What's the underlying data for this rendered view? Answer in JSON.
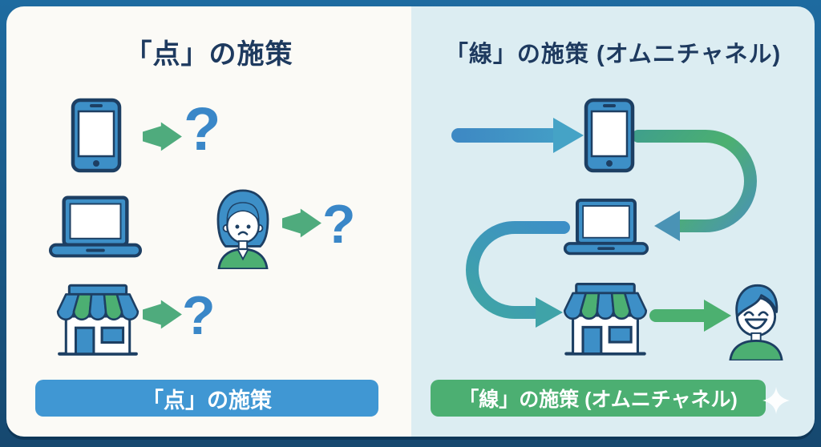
{
  "panels": {
    "left": {
      "title": "「点」の施策",
      "banner_label": "「点」の施策",
      "question_mark": "?",
      "rows": [
        {
          "icon": "smartphone-icon",
          "result": "question-mark"
        },
        {
          "icon": "laptop-icon",
          "secondary_icon": "confused-woman-icon",
          "result": "question-mark"
        },
        {
          "icon": "store-icon",
          "result": "question-mark"
        }
      ]
    },
    "right": {
      "title": "「線」の施策 (オムニチャネル)",
      "banner_label": "「線」の施策 (オムニチャネル)",
      "flow_sequence": [
        "smartphone-icon",
        "laptop-icon",
        "store-icon",
        "happy-customer-icon"
      ]
    }
  },
  "icons": {
    "smartphone": "smartphone-icon",
    "laptop": "laptop-icon",
    "store": "store-icon",
    "confused-woman": "confused-woman-icon",
    "happy-customer": "happy-customer-icon",
    "small-arrow": "green-arrow-icon",
    "sparkle": "sparkle-icon"
  },
  "colors": {
    "frame_navy": "#1a5a8c",
    "left_bg": "#fbfaf6",
    "right_bg": "#dcedf2",
    "title_text": "#1e3a5f",
    "icon_blue": "#3d8fc7",
    "icon_outline": "#1d3f63",
    "accent_green": "#4caf72",
    "teal": "#3fa3a8",
    "question_blue": "#3a87c8",
    "banner_blue": "#4097d3",
    "banner_green": "#4caf72",
    "banner_text": "#ffffff"
  }
}
